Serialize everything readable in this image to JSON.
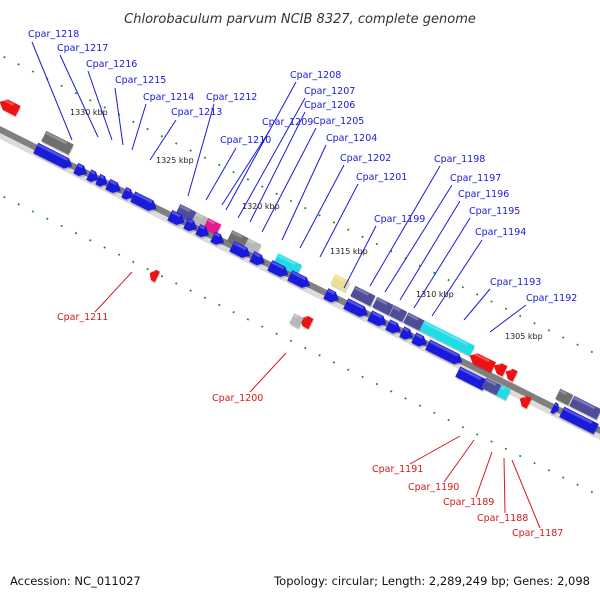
{
  "title": "Chlorobaculum parvum NCIB 8327, complete genome",
  "footer": {
    "accession": "Accession: NC_011027",
    "summary": "Topology: circular; Length: 2,289,249 bp; Genes: 2,098"
  },
  "colors": {
    "backbone": "#808080",
    "tick": "#1f8c1f",
    "label_forward": "#1a1adb",
    "label_reverse": "#d41a1a",
    "gene_blue": "#1a1adb",
    "gene_red": "#ee1111",
    "gene_slate": "#4d4d9a",
    "gene_cyan": "#22dbe6",
    "gene_gray": "#6e6e6e",
    "gene_lightgray": "#b8b8b8",
    "gene_magenta": "#e61a8c",
    "gene_khaki": "#ece090"
  },
  "scale_labels": [
    "1330 kbp",
    "1325 kbp",
    "1320 kbp",
    "1315 kbp",
    "1310 kbp",
    "1305 kbp"
  ],
  "gene_labels_forward": [
    "Cpar_1218",
    "Cpar_1217",
    "Cpar_1216",
    "Cpar_1215",
    "Cpar_1214",
    "Cpar_1213",
    "Cpar_1212",
    "Cpar_1210",
    "Cpar_1209",
    "Cpar_1208",
    "Cpar_1207",
    "Cpar_1206",
    "Cpar_1205",
    "Cpar_1204",
    "Cpar_1202",
    "Cpar_1201",
    "Cpar_1199",
    "Cpar_1198",
    "Cpar_1197",
    "Cpar_1196",
    "Cpar_1195",
    "Cpar_1194",
    "Cpar_1193",
    "Cpar_1192"
  ],
  "gene_labels_reverse": [
    "Cpar_1211",
    "Cpar_1200",
    "Cpar_1191",
    "Cpar_1190",
    "Cpar_1189",
    "Cpar_1188",
    "Cpar_1187"
  ]
}
